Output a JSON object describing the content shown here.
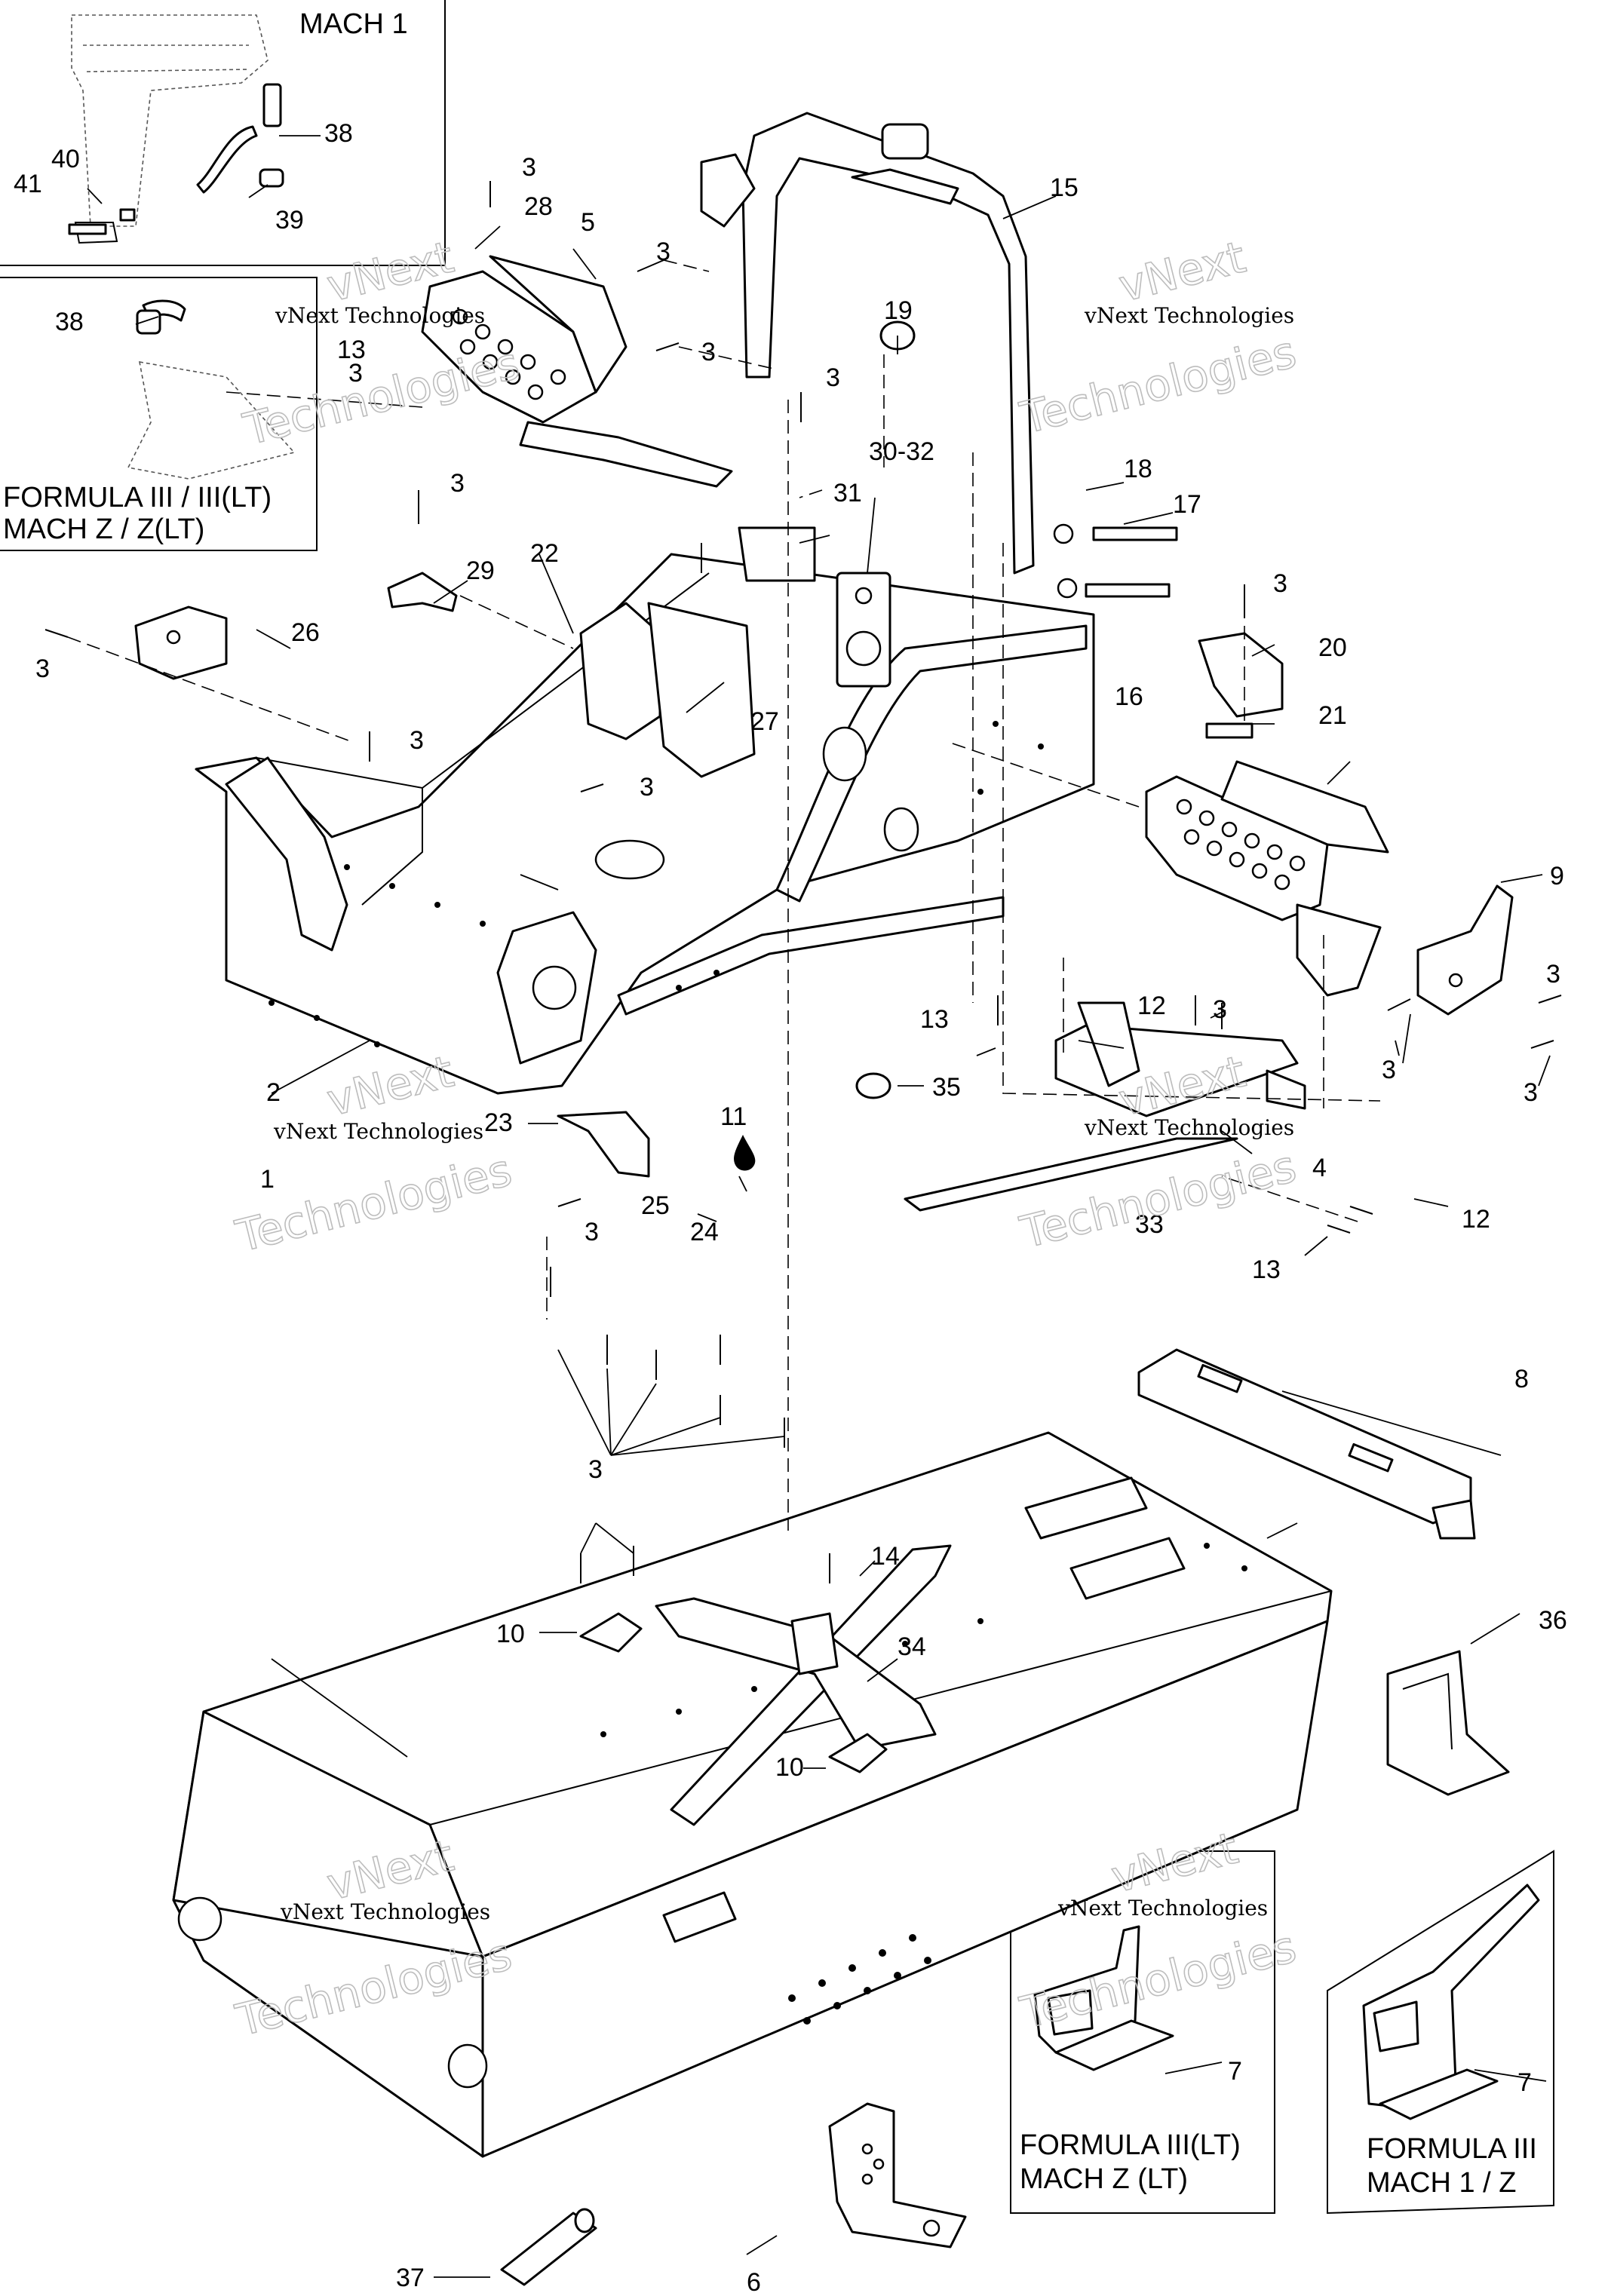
{
  "callouts": [
    "1",
    "2",
    "3",
    "4",
    "5",
    "6",
    "7",
    "8",
    "9",
    "10",
    "11",
    "12",
    "13",
    "14",
    "15",
    "16",
    "17",
    "18",
    "19",
    "20",
    "21",
    "22",
    "23",
    "24",
    "25",
    "26",
    "27",
    "28",
    "29",
    "30-32",
    "31",
    "33",
    "34",
    "35",
    "36",
    "37",
    "38",
    "39",
    "40",
    "41"
  ],
  "boxes": {
    "mach1": "MACH 1",
    "formula_top_line1": "FORMULA III / III(LT)",
    "formula_top_line2": "MACH Z / Z(LT)",
    "formula_lt_line1": "FORMULA III(LT)",
    "formula_lt_line2": "MACH Z (LT)",
    "formula_std_line1": "FORMULA  III",
    "formula_std_line2": "MACH 1 / Z"
  },
  "watermark": {
    "line1": "vNext Technologies",
    "big_line1": "vNext",
    "big_line2": "Technologies"
  },
  "colors": {
    "ink": "#000000",
    "paper": "#ffffff",
    "watermark": "#bdbdbd"
  }
}
